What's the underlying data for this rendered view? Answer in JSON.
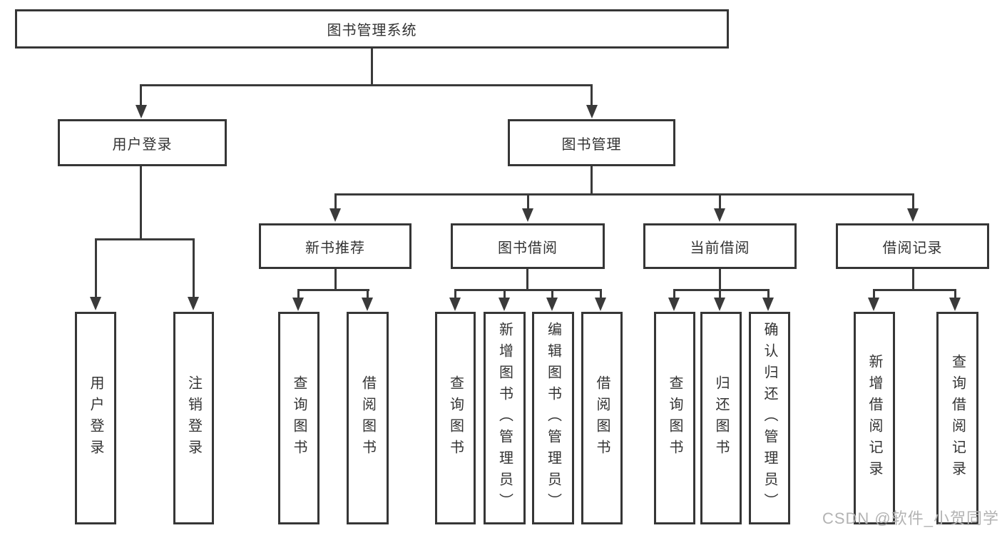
{
  "tree": {
    "label": "图书管理系统",
    "children": [
      {
        "label": "用户登录",
        "children": [
          {
            "label": "用户登录"
          },
          {
            "label": "注销登录"
          }
        ]
      },
      {
        "label": "图书管理",
        "children": [
          {
            "label": "新书推荐",
            "children": [
              {
                "label": "查询图书"
              },
              {
                "label": "借阅图书"
              }
            ]
          },
          {
            "label": "图书借阅",
            "children": [
              {
                "label": "查询图书"
              },
              {
                "label": "新增图书（管理员）"
              },
              {
                "label": "编辑图书（管理员）"
              },
              {
                "label": "借阅图书"
              }
            ]
          },
          {
            "label": "当前借阅",
            "children": [
              {
                "label": "查询图书"
              },
              {
                "label": "归还图书"
              },
              {
                "label": "确认归还（管理员）"
              }
            ]
          },
          {
            "label": "借阅记录",
            "children": [
              {
                "label": "新增借阅记录"
              },
              {
                "label": "查询借阅记录"
              }
            ]
          }
        ]
      }
    ]
  },
  "watermark": "CSDN @软件_小贺同学",
  "colors": {
    "line": "#3a3a3a",
    "border": "#363636",
    "text": "#333333",
    "watermark": "#b3b3b3",
    "background": "#ffffff"
  }
}
